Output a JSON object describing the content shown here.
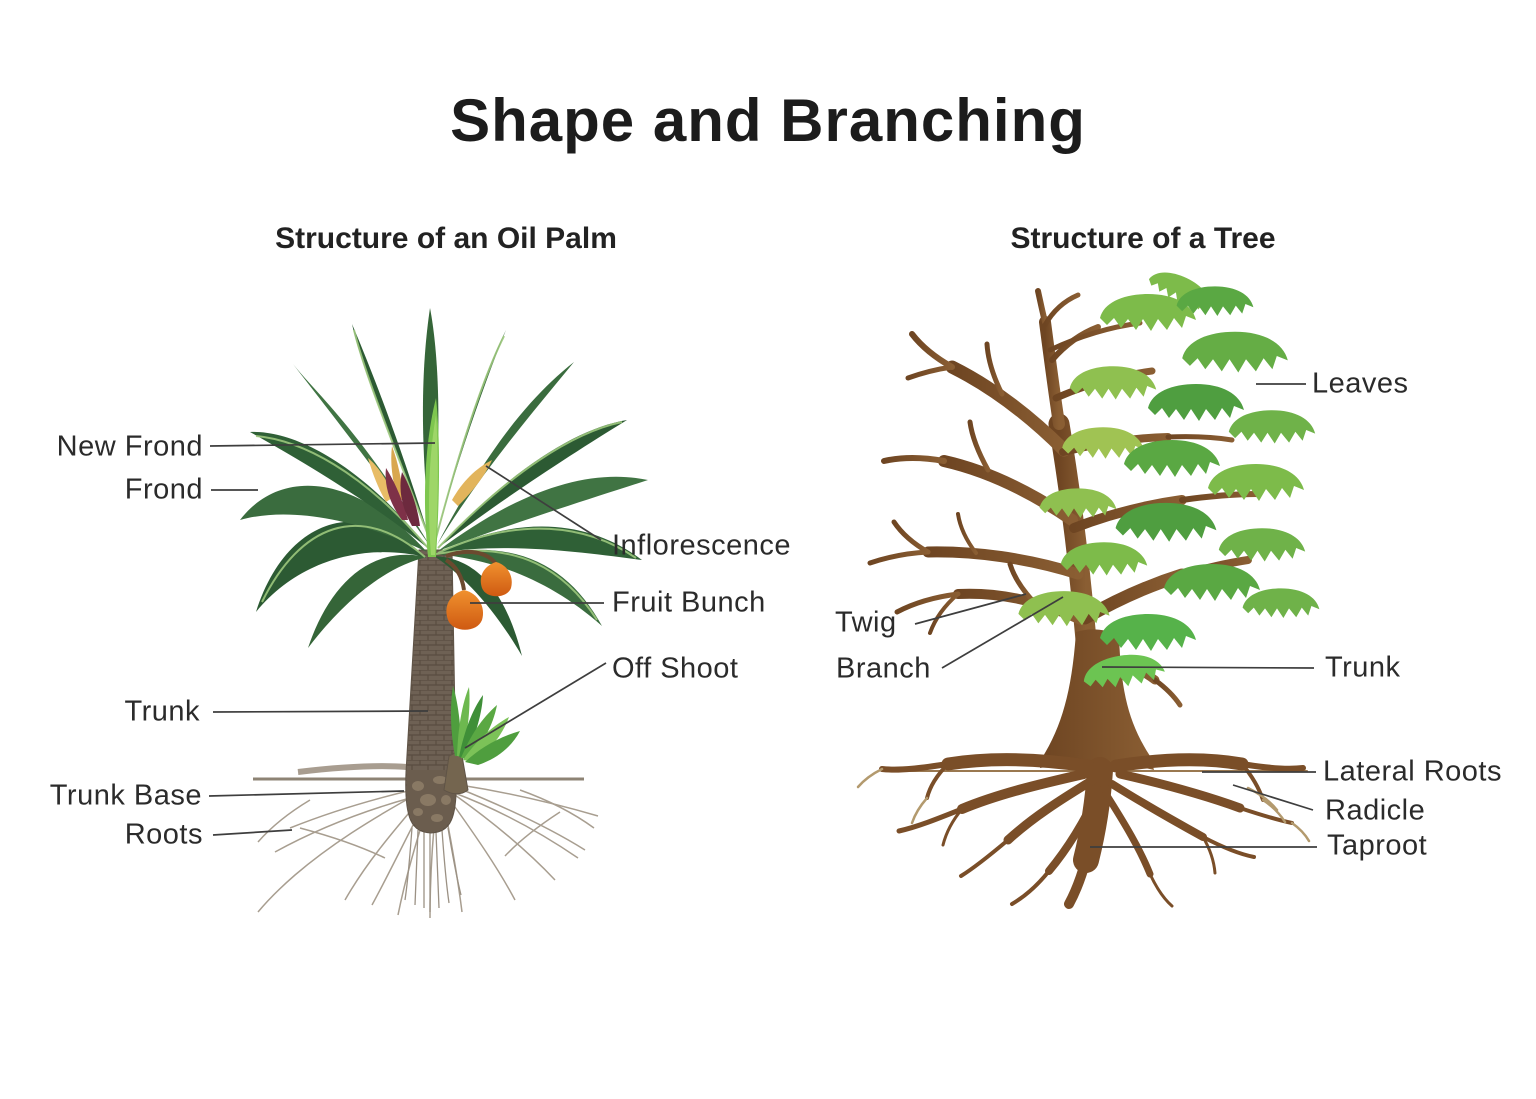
{
  "title": "Shape and Branching",
  "palm": {
    "subtitle": "Structure of an Oil Palm",
    "labels": {
      "new_frond": "New Frond",
      "frond": "Frond",
      "inflorescence": "Inflorescence",
      "fruit_bunch": "Fruit Bunch",
      "off_shoot": "Off Shoot",
      "trunk": "Trunk",
      "trunk_base": "Trunk Base",
      "roots": "Roots"
    }
  },
  "tree": {
    "subtitle": "Structure of a Tree",
    "labels": {
      "leaves": "Leaves",
      "twig": "Twig",
      "branch": "Branch",
      "trunk": "Trunk",
      "lateral_roots": "Lateral Roots",
      "radicle": "Radicle",
      "taproot": "Taproot"
    }
  },
  "colors": {
    "background": "#ffffff",
    "text": "#2b2b2b",
    "leader_line": "#3e3e3e",
    "palm_frond_dark": "#2c5a33",
    "palm_frond_mid": "#3a6c3e",
    "palm_new_frond": "#7ec64f",
    "palm_trunk": "#6e6154",
    "palm_roots": "#a89e90",
    "fruit_orange": "#e8731f",
    "inflorescence_yellow": "#e8bc66",
    "inflorescence_maroon": "#7e3148",
    "tree_wood": "#7c5128",
    "tree_leaf_light": "#a0c353",
    "tree_leaf_dark": "#4f9e40"
  }
}
